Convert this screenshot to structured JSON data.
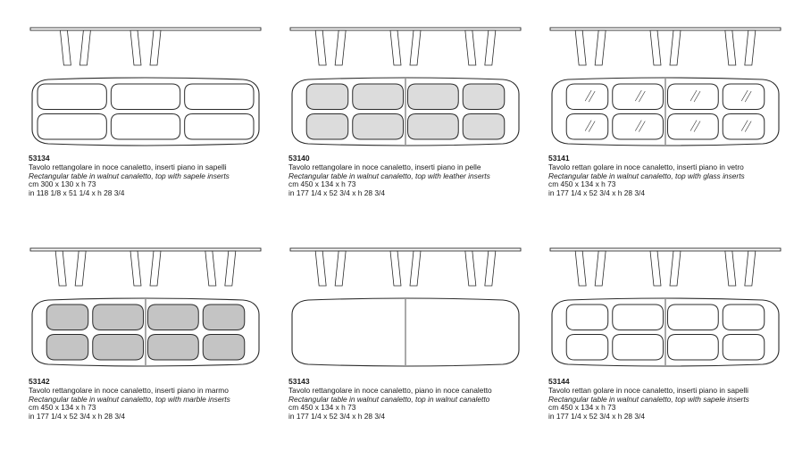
{
  "products": [
    {
      "code": "53134",
      "title_it": "Tavolo rettangolare in noce canaletto, inserti piano in sapelli",
      "title_en": "Rectangular table in walnut canaletto, top with sapele inserts",
      "dim_cm": "cm 300 x 130 x h 73",
      "dim_in": "in 118 1/8 x 51 1/4 x h 28 3/4",
      "legs": 2,
      "insert_columns": 3,
      "insert_style": "outline",
      "center_seam": false
    },
    {
      "code": "53140",
      "title_it": "Tavolo rettangolare in noce canaletto, inserti piano in pelle",
      "title_en": "Rectangular table in walnut canaletto, top with leather inserts",
      "dim_cm": "cm 450 x 134 x h 73",
      "dim_in": "in 177 1/4 x 52 3/4 x h 28 3/4",
      "legs": 3,
      "insert_columns": 4,
      "insert_style": "leather",
      "center_seam": true
    },
    {
      "code": "53141",
      "title_it": "Tavolo rettan golare in noce canaletto, inserti piano in vetro",
      "title_en": "Rectangular table in walnut canaletto, top with glass inserts",
      "dim_cm": "cm 450 x 134 x h 73",
      "dim_in": "in 177 1/4 x 52 3/4 x h 28 3/4",
      "legs": 3,
      "insert_columns": 4,
      "insert_style": "glass",
      "center_seam": true
    },
    {
      "code": "53142",
      "title_it": "Tavolo rettangolare in noce canaletto, inserti piano in marmo",
      "title_en": "Rectangular table in walnut canaletto, top with marble inserts",
      "dim_cm": "cm 450 x 134 x h 73",
      "dim_in": "in 177 1/4 x 52 3/4 x h 28 3/4",
      "legs": 3,
      "insert_columns": 4,
      "insert_style": "marble",
      "center_seam": true
    },
    {
      "code": "53143",
      "title_it": "Tavolo rettangolare in noce canaletto, piano in noce canaletto",
      "title_en": "Rectangular table in walnut canaletto, top in walnut canaletto",
      "dim_cm": "cm 450 x 134 x h 73",
      "dim_in": "in 177 1/4 x 52 3/4 x h 28 3/4",
      "legs": 3,
      "insert_columns": 0,
      "insert_style": "plain",
      "center_seam": true
    },
    {
      "code": "53144",
      "title_it": "Tavolo rettan golare in noce canaletto, inserti piano in sapelli",
      "title_en": "Rectangular table in walnut canaletto, top with sapele inserts",
      "dim_cm": "cm 450 x 134 x h 73",
      "dim_in": "in 177 1/4 x 52 3/4 x h 28 3/4",
      "legs": 3,
      "insert_columns": 4,
      "insert_style": "outline",
      "center_seam": true
    }
  ],
  "colors": {
    "stroke": "#2b2b2b",
    "leather_fill": "#dcdcdc",
    "marble_fill": "#c4c4c4",
    "text": "#1a1a1a"
  }
}
